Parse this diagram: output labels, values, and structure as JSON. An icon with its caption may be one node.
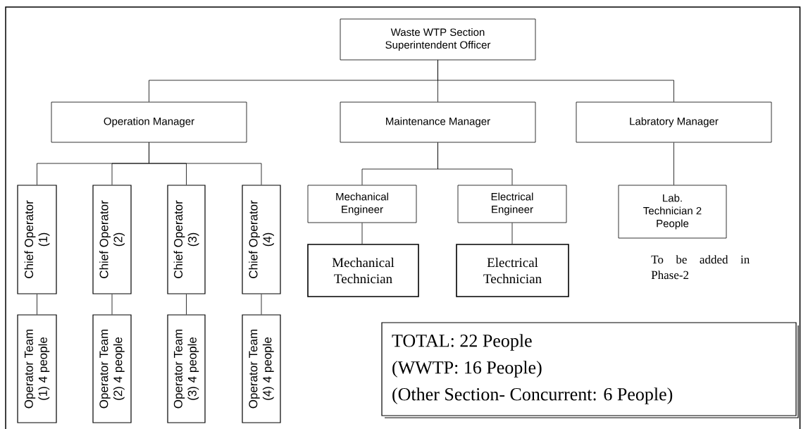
{
  "diagram": {
    "nodes": [
      {
        "text": [
          "Waste WTP Section Superintendent Officer"
        ]
      },
      {
        "text": [
          "Operation Manager"
        ]
      },
      {
        "text": [
          "Maintenance Manager"
        ]
      },
      {
        "text": [
          "Labratory Manager"
        ]
      },
      {
        "text": [
          "Chief Operator (1)"
        ]
      },
      {
        "text": [
          "Chief Operator (2)"
        ]
      },
      {
        "text": [
          "Chief Operator (3)"
        ]
      },
      {
        "text": [
          "Chief Operator (4)"
        ]
      },
      {
        "text": [
          "Operator Team (1) 4 people"
        ]
      },
      {
        "text": [
          "Operator Team (2) 4 people"
        ]
      },
      {
        "text": [
          "Operator Team (3) 4 people"
        ]
      },
      {
        "text": [
          "Operator Team (4) 4 people"
        ]
      },
      {
        "text": [
          "Mechanical Engineer"
        ]
      },
      {
        "text": [
          "Electrical Engineer"
        ]
      },
      {
        "text": [
          "Mechanical Technician"
        ]
      },
      {
        "text": [
          "Electrical Technician"
        ]
      },
      {
        "text": [
          "Lab. Technician 2 People"
        ]
      },
      {
        "text": [
          "TOTAL: 22 People",
          "(WWTP: 16 People)",
          "(Other Section- Concurrent: 6 People)"
        ]
      }
    ],
    "edges": [
      {
        "from": 0,
        "to": 1,
        "arrow": "none"
      },
      {
        "from": 0,
        "to": 2,
        "arrow": "none"
      },
      {
        "from": 0,
        "to": 3,
        "arrow": "none"
      },
      {
        "from": 1,
        "to": 4,
        "arrow": "none"
      },
      {
        "from": 1,
        "to": 5,
        "arrow": "none"
      },
      {
        "from": 1,
        "to": 6,
        "arrow": "none"
      },
      {
        "from": 1,
        "to": 7,
        "arrow": "none"
      },
      {
        "from": 4,
        "to": 8,
        "arrow": "none"
      },
      {
        "from": 5,
        "to": 9,
        "arrow": "none"
      },
      {
        "from": 6,
        "to": 10,
        "arrow": "none"
      },
      {
        "from": 7,
        "to": 11,
        "arrow": "none"
      },
      {
        "from": 2,
        "to": 12,
        "arrow": "none"
      },
      {
        "from": 2,
        "to": 13,
        "arrow": "none"
      },
      {
        "from": 12,
        "to": 14,
        "arrow": "none"
      },
      {
        "from": 13,
        "to": 15,
        "arrow": "none"
      },
      {
        "from": 3,
        "to": 16,
        "arrow": "none"
      }
    ],
    "labels": [
      "To be added in Phase-2"
    ]
  }
}
